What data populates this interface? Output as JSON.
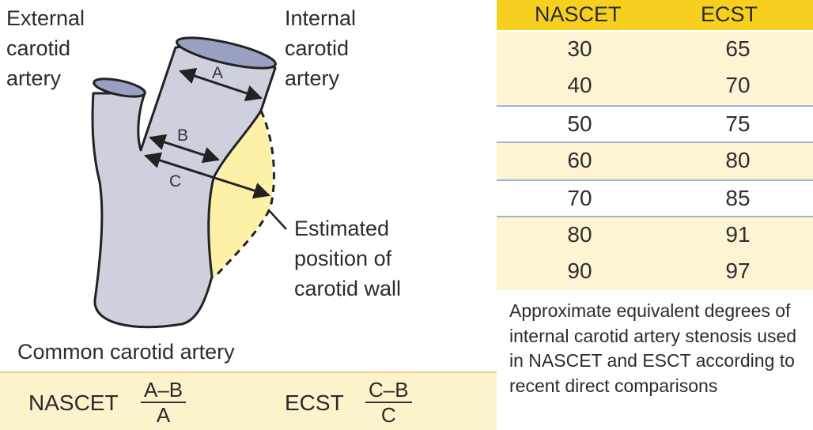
{
  "diagram": {
    "labels": {
      "external": "External\ncarotid\nartery",
      "internal": "Internal\ncarotid\nartery",
      "estimated": "Estimated\nposition of\ncarotid wall",
      "common": "Common carotid artery"
    },
    "measures": {
      "a": "A",
      "b": "B",
      "c": "C"
    },
    "colors": {
      "vessel": "#cfd0de",
      "vessel_lumen": "#9aa0c2",
      "stenosis_fill": "#fdf1a8",
      "outline": "#222222"
    }
  },
  "formulas": {
    "nascet": {
      "name": "NASCET",
      "numerator": "A–B",
      "denominator": "A"
    },
    "ecst": {
      "name": "ECST",
      "numerator": "C–B",
      "denominator": "C"
    }
  },
  "table": {
    "headers": [
      "NASCET",
      "ECST"
    ],
    "rows": [
      [
        "30",
        "65"
      ],
      [
        "40",
        "70"
      ],
      [
        "50",
        "75"
      ],
      [
        "60",
        "80"
      ],
      [
        "70",
        "85"
      ],
      [
        "80",
        "91"
      ],
      [
        "90",
        "97"
      ]
    ],
    "colors": {
      "header": "#f7cf1e",
      "light_row": "#fcf4d2",
      "white_row": "#ffffff"
    }
  },
  "caption": "Approximate equivalent degrees of internal carotid artery stenosis used in NASCET and ESCT according to recent direct comparisons"
}
